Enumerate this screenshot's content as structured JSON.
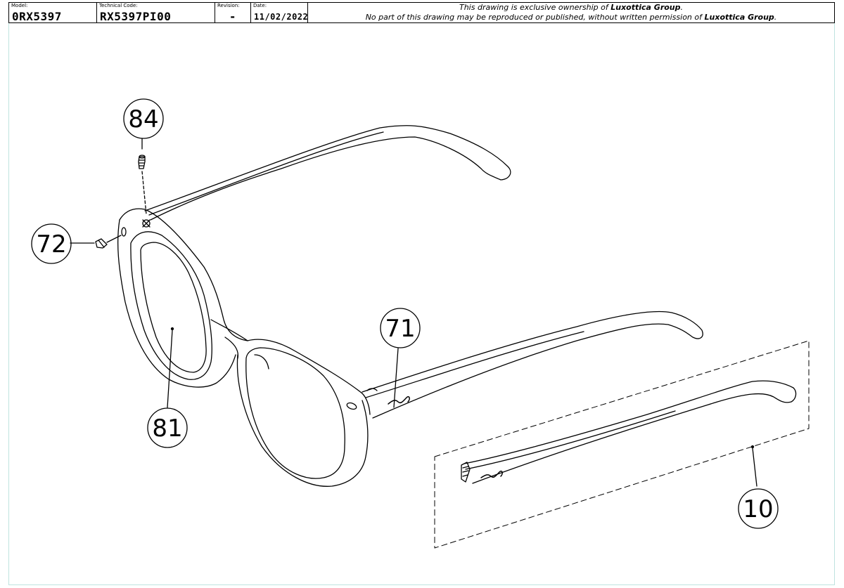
{
  "title_block": {
    "model_label": "Model:",
    "model_value": "0RX5397",
    "technical_code_label": "Technical Code:",
    "technical_code_value": "RX5397PI00",
    "revision_label": "Revision:",
    "revision_value": "-",
    "date_label": "Date:",
    "date_value": "11/02/2022",
    "notice_line1_prefix": "This drawing is exclusive ownership of ",
    "notice_owner": "Luxottica Group",
    "notice_line1_suffix": ".",
    "notice_line2_prefix": "No part of this drawing may be reproduced or published, without written permission of ",
    "notice_line2_suffix": "."
  },
  "callouts": {
    "c84": "84",
    "c72": "72",
    "c71": "71",
    "c81": "81",
    "c10": "10"
  }
}
